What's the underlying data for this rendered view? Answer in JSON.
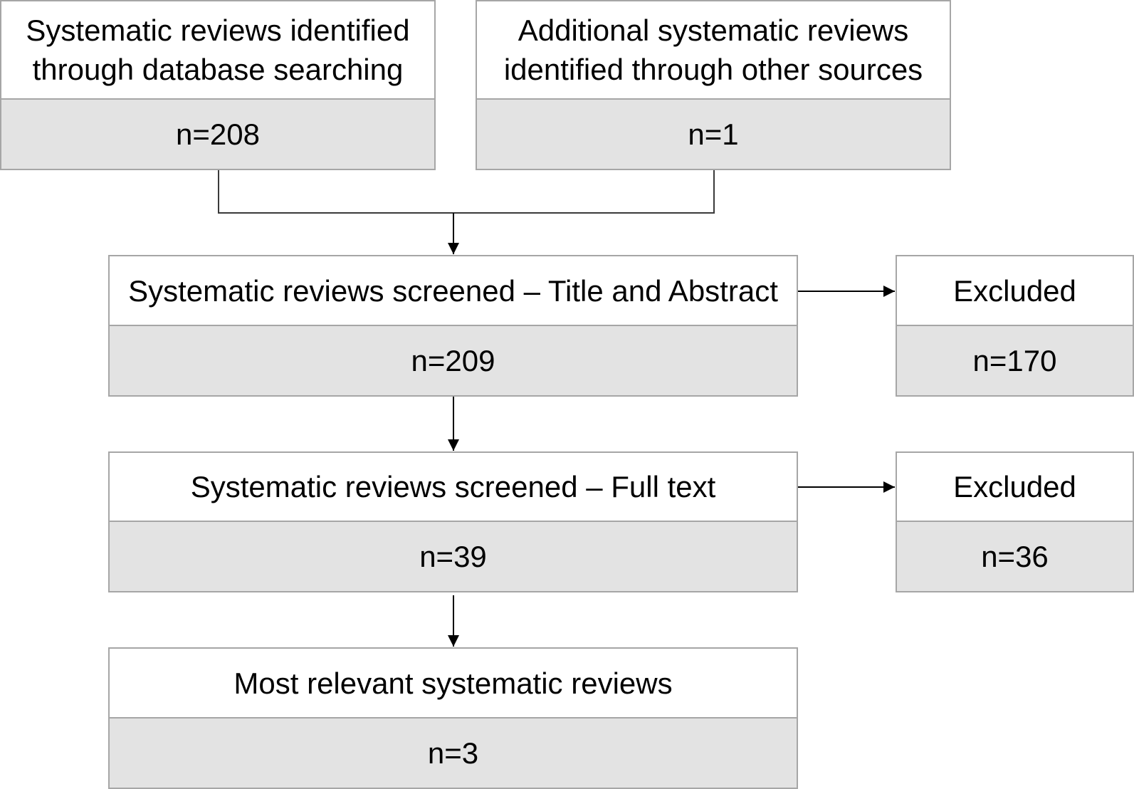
{
  "boxes": {
    "database": {
      "label_line1": "Systematic reviews identified",
      "label_line2": "through database searching",
      "count": "n=208"
    },
    "other": {
      "label_line1": "Additional systematic reviews",
      "label_line2": "identified through other sources",
      "count": "n=1"
    },
    "screened_title": {
      "label": "Systematic reviews screened – Title and Abstract",
      "count": "n=209"
    },
    "excluded_title": {
      "label": "Excluded",
      "count": "n=170"
    },
    "screened_full": {
      "label": "Systematic reviews screened – Full text",
      "count": "n=39"
    },
    "excluded_full": {
      "label": "Excluded",
      "count": "n=36"
    },
    "most_relevant": {
      "label": "Most relevant systematic reviews",
      "count": "n=3"
    }
  }
}
